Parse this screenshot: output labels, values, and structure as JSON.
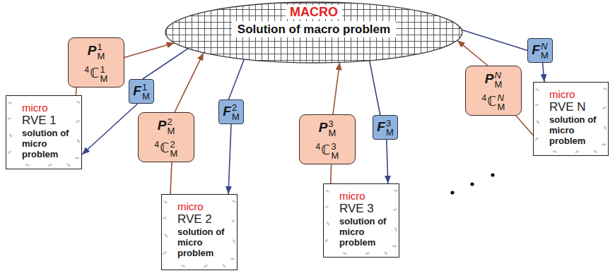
{
  "diagram": {
    "nodes": [
      {
        "text": [
          "MACRO",
          "Solution of macro problem"
        ]
      },
      {
        "text": [
          "PM1",
          "4ℂM1"
        ]
      },
      {
        "text": [
          "FM1"
        ]
      },
      {
        "text": [
          "micro",
          "RVE 1",
          "solution of micro problem"
        ]
      },
      {
        "text": [
          "PM2",
          "4ℂM2"
        ]
      },
      {
        "text": [
          "FM2"
        ]
      },
      {
        "text": [
          "micro",
          "RVE 2",
          "solution of micro problem"
        ]
      },
      {
        "text": [
          "PM3",
          "4ℂM3"
        ]
      },
      {
        "text": [
          "FM3"
        ]
      },
      {
        "text": [
          "micro",
          "RVE 3",
          "solution of micro problem"
        ]
      },
      {
        "text": [
          "PMN",
          "4ℂMN"
        ]
      },
      {
        "text": [
          "FMN"
        ]
      },
      {
        "text": [
          "micro",
          "RVE N",
          "solution of micro problem"
        ]
      }
    ],
    "edges": [
      {
        "from": 3,
        "to": 1,
        "arrow": "none"
      },
      {
        "from": 1,
        "to": 0,
        "arrow": "to"
      },
      {
        "from": 0,
        "to": 2,
        "arrow": "none"
      },
      {
        "from": 2,
        "to": 3,
        "arrow": "to"
      },
      {
        "from": 6,
        "to": 4,
        "arrow": "none"
      },
      {
        "from": 4,
        "to": 0,
        "arrow": "to"
      },
      {
        "from": 0,
        "to": 5,
        "arrow": "none"
      },
      {
        "from": 5,
        "to": 6,
        "arrow": "to"
      },
      {
        "from": 9,
        "to": 7,
        "arrow": "none"
      },
      {
        "from": 7,
        "to": 0,
        "arrow": "to"
      },
      {
        "from": 0,
        "to": 8,
        "arrow": "none"
      },
      {
        "from": 8,
        "to": 9,
        "arrow": "to"
      },
      {
        "from": 12,
        "to": 10,
        "arrow": "none"
      },
      {
        "from": 10,
        "to": 0,
        "arrow": "to"
      },
      {
        "from": 0,
        "to": 11,
        "arrow": "none"
      },
      {
        "from": 11,
        "to": 12,
        "arrow": "to"
      }
    ]
  }
}
